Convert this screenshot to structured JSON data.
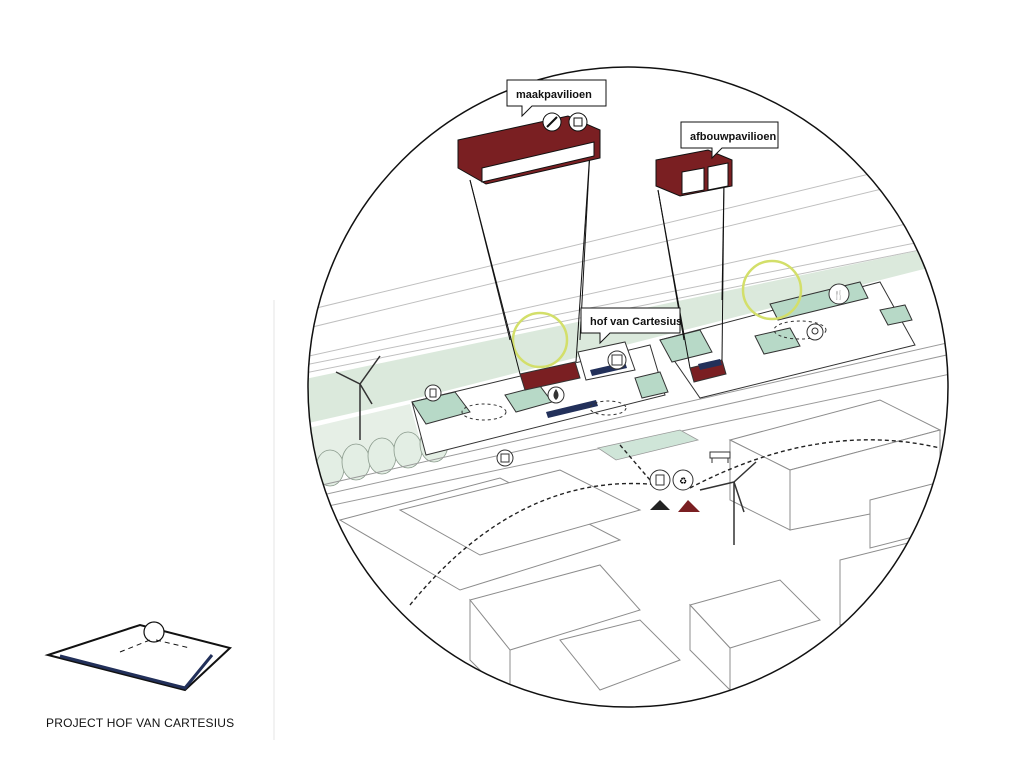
{
  "labels": {
    "maakpavilioen": "maakpavilioen",
    "afbouwpavilioen": "afbouwpavilioen",
    "hof": "hof van Cartesius"
  },
  "caption": "PROJECT HOF VAN CARTESIUS",
  "colors": {
    "pavilion_red": "#7a1f22",
    "green_strip": "#dbe9dc",
    "green_roof": "#b7d9c7",
    "circle_stroke": "#111111",
    "cycle_arrow": "#d3df6a",
    "solar_panel": "#22305a"
  },
  "icons": [
    "brush-icon",
    "chef-icon",
    "building-icon",
    "fork-knife-icon",
    "water-drop-icon",
    "recycle-icon",
    "bin-icon",
    "battery-icon",
    "windmill-icon",
    "bench-icon",
    "bulb-icon"
  ]
}
